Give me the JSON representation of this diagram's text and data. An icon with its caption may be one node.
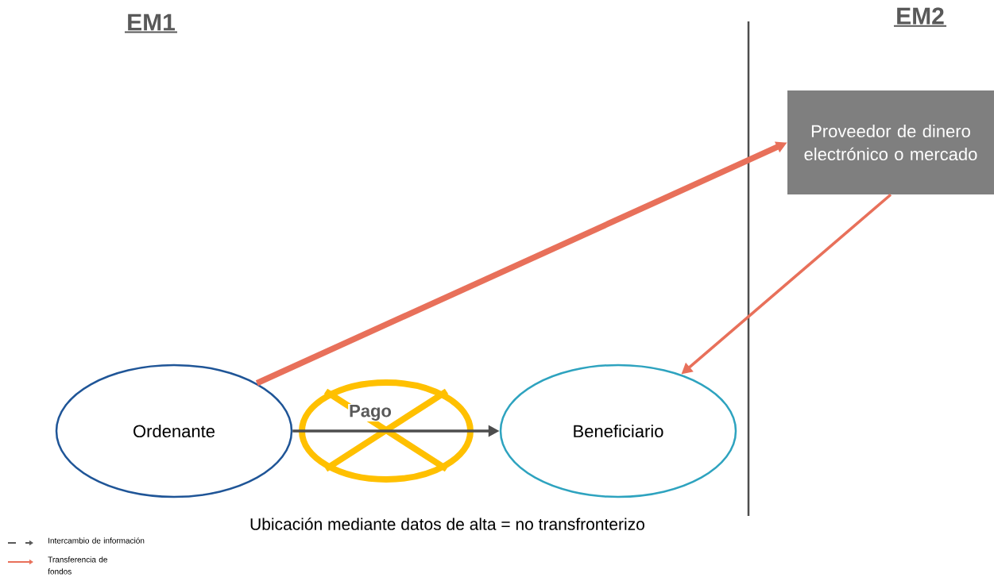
{
  "diagram": {
    "nodes": [
      {
        "text": [
          "Ordenante"
        ]
      },
      {
        "text": [
          "Beneficiario"
        ]
      },
      {
        "text": [
          "Proveedor de dinero electrónico o mercado"
        ]
      }
    ],
    "edges": [
      {
        "from": 0,
        "to": 2,
        "arrow": "to",
        "style": "thick"
      },
      {
        "from": 2,
        "to": 1,
        "arrow": "to"
      },
      {
        "from": 0,
        "to": 1,
        "arrow": "to",
        "label": "Pago",
        "color": "#4d4d4d"
      }
    ],
    "labels": [
      "EM1",
      "EM2",
      "Ubicación mediante datos de alta = no transfronterizo"
    ],
    "legend": [
      {
        "text": "Intercambio de información"
      },
      {
        "text": "Transferencia de fondos"
      }
    ]
  }
}
